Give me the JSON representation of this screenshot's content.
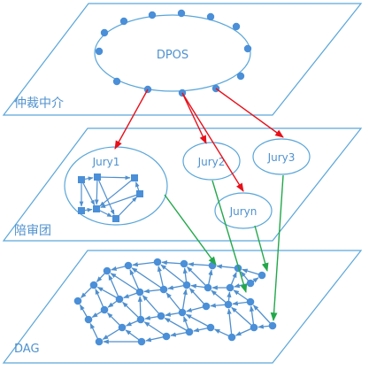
{
  "layers": {
    "top": {
      "label": "仲裁中介",
      "center_label": "DPOS"
    },
    "middle": {
      "label": "陪审团",
      "juries": {
        "jury1": "Jury1",
        "jury2": "Jury2",
        "jury3": "Jury3",
        "juryn": "Juryn"
      }
    },
    "bottom": {
      "label": "DAG"
    }
  },
  "colors": {
    "plane_stroke": "#5aa6d9",
    "node": "#4a8fd8",
    "edge": "#4f8fce",
    "red_arrow": "#e8101a",
    "green_arrow": "#22a84a",
    "label": "#4f92cf"
  }
}
